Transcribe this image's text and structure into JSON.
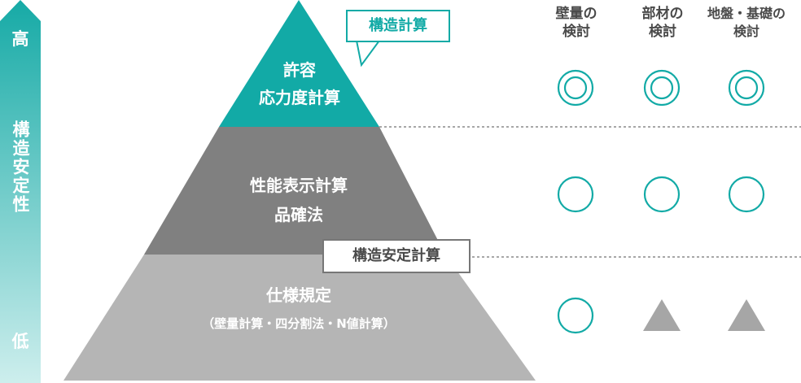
{
  "side": {
    "high": "高",
    "axis": "構造安定性",
    "low": "低"
  },
  "pyramid": {
    "top": {
      "line1": "許容",
      "line2": "応力度計算"
    },
    "middle": {
      "line1": "性能表示計算",
      "line2": "品確法"
    },
    "bottom": {
      "line1": "仕様規定",
      "line2": "（壁量計算・四分割法・N値計算）"
    }
  },
  "callouts": {
    "structural_calc": "構造計算",
    "structural_stability_calc": "構造安定計算"
  },
  "columns": [
    {
      "line1": "壁量の",
      "line2": "検討"
    },
    {
      "line1": "部材の",
      "line2": "検討"
    },
    {
      "line1": "地盤・基礎の",
      "line2": "検討"
    }
  ],
  "marks": [
    [
      "double-circle",
      "double-circle",
      "double-circle"
    ],
    [
      "circle",
      "circle",
      "circle"
    ],
    [
      "circle",
      "triangle",
      "triangle"
    ]
  ],
  "colors": {
    "teal": "#12aaa6",
    "dark_gray": "#808080",
    "light_gray": "#b5b5b5",
    "text_gray": "#4a4a4a",
    "arrow_top": "#16aaa6",
    "arrow_bottom": "#cdeeed"
  }
}
